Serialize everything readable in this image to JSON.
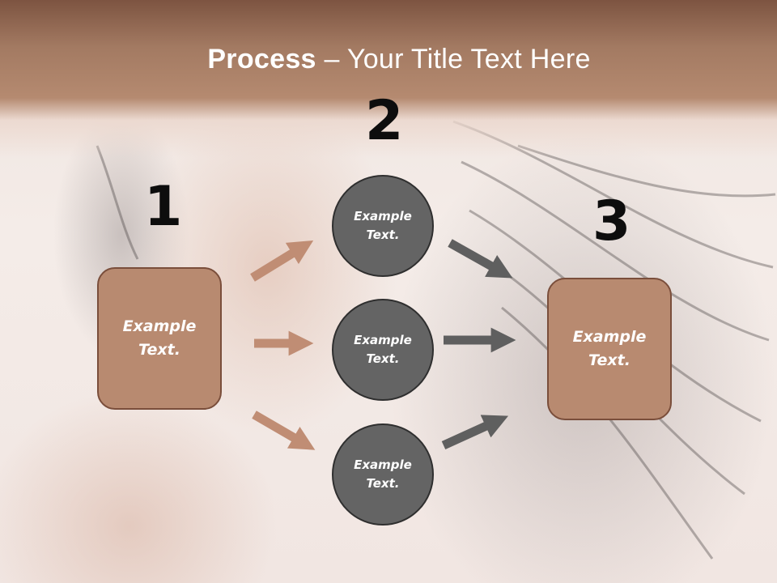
{
  "header": {
    "title_bold": "Process",
    "title_rest": " – Your Title Text Here"
  },
  "steps": {
    "step1_number": "1",
    "step2_number": "2",
    "step3_number": "3"
  },
  "nodes": {
    "left_box": "Example\nText.",
    "circle_top": "Example\nText.",
    "circle_middle": "Example\nText.",
    "circle_bottom": "Example\nText.",
    "right_box": "Example\nText."
  },
  "colors": {
    "header": "#a37a62",
    "box_fill": "#b88a70",
    "box_border": "#7a4e3b",
    "circle_fill": "#646464",
    "arrow_brown": "#c08d74",
    "arrow_gray": "#5f5f5f"
  }
}
